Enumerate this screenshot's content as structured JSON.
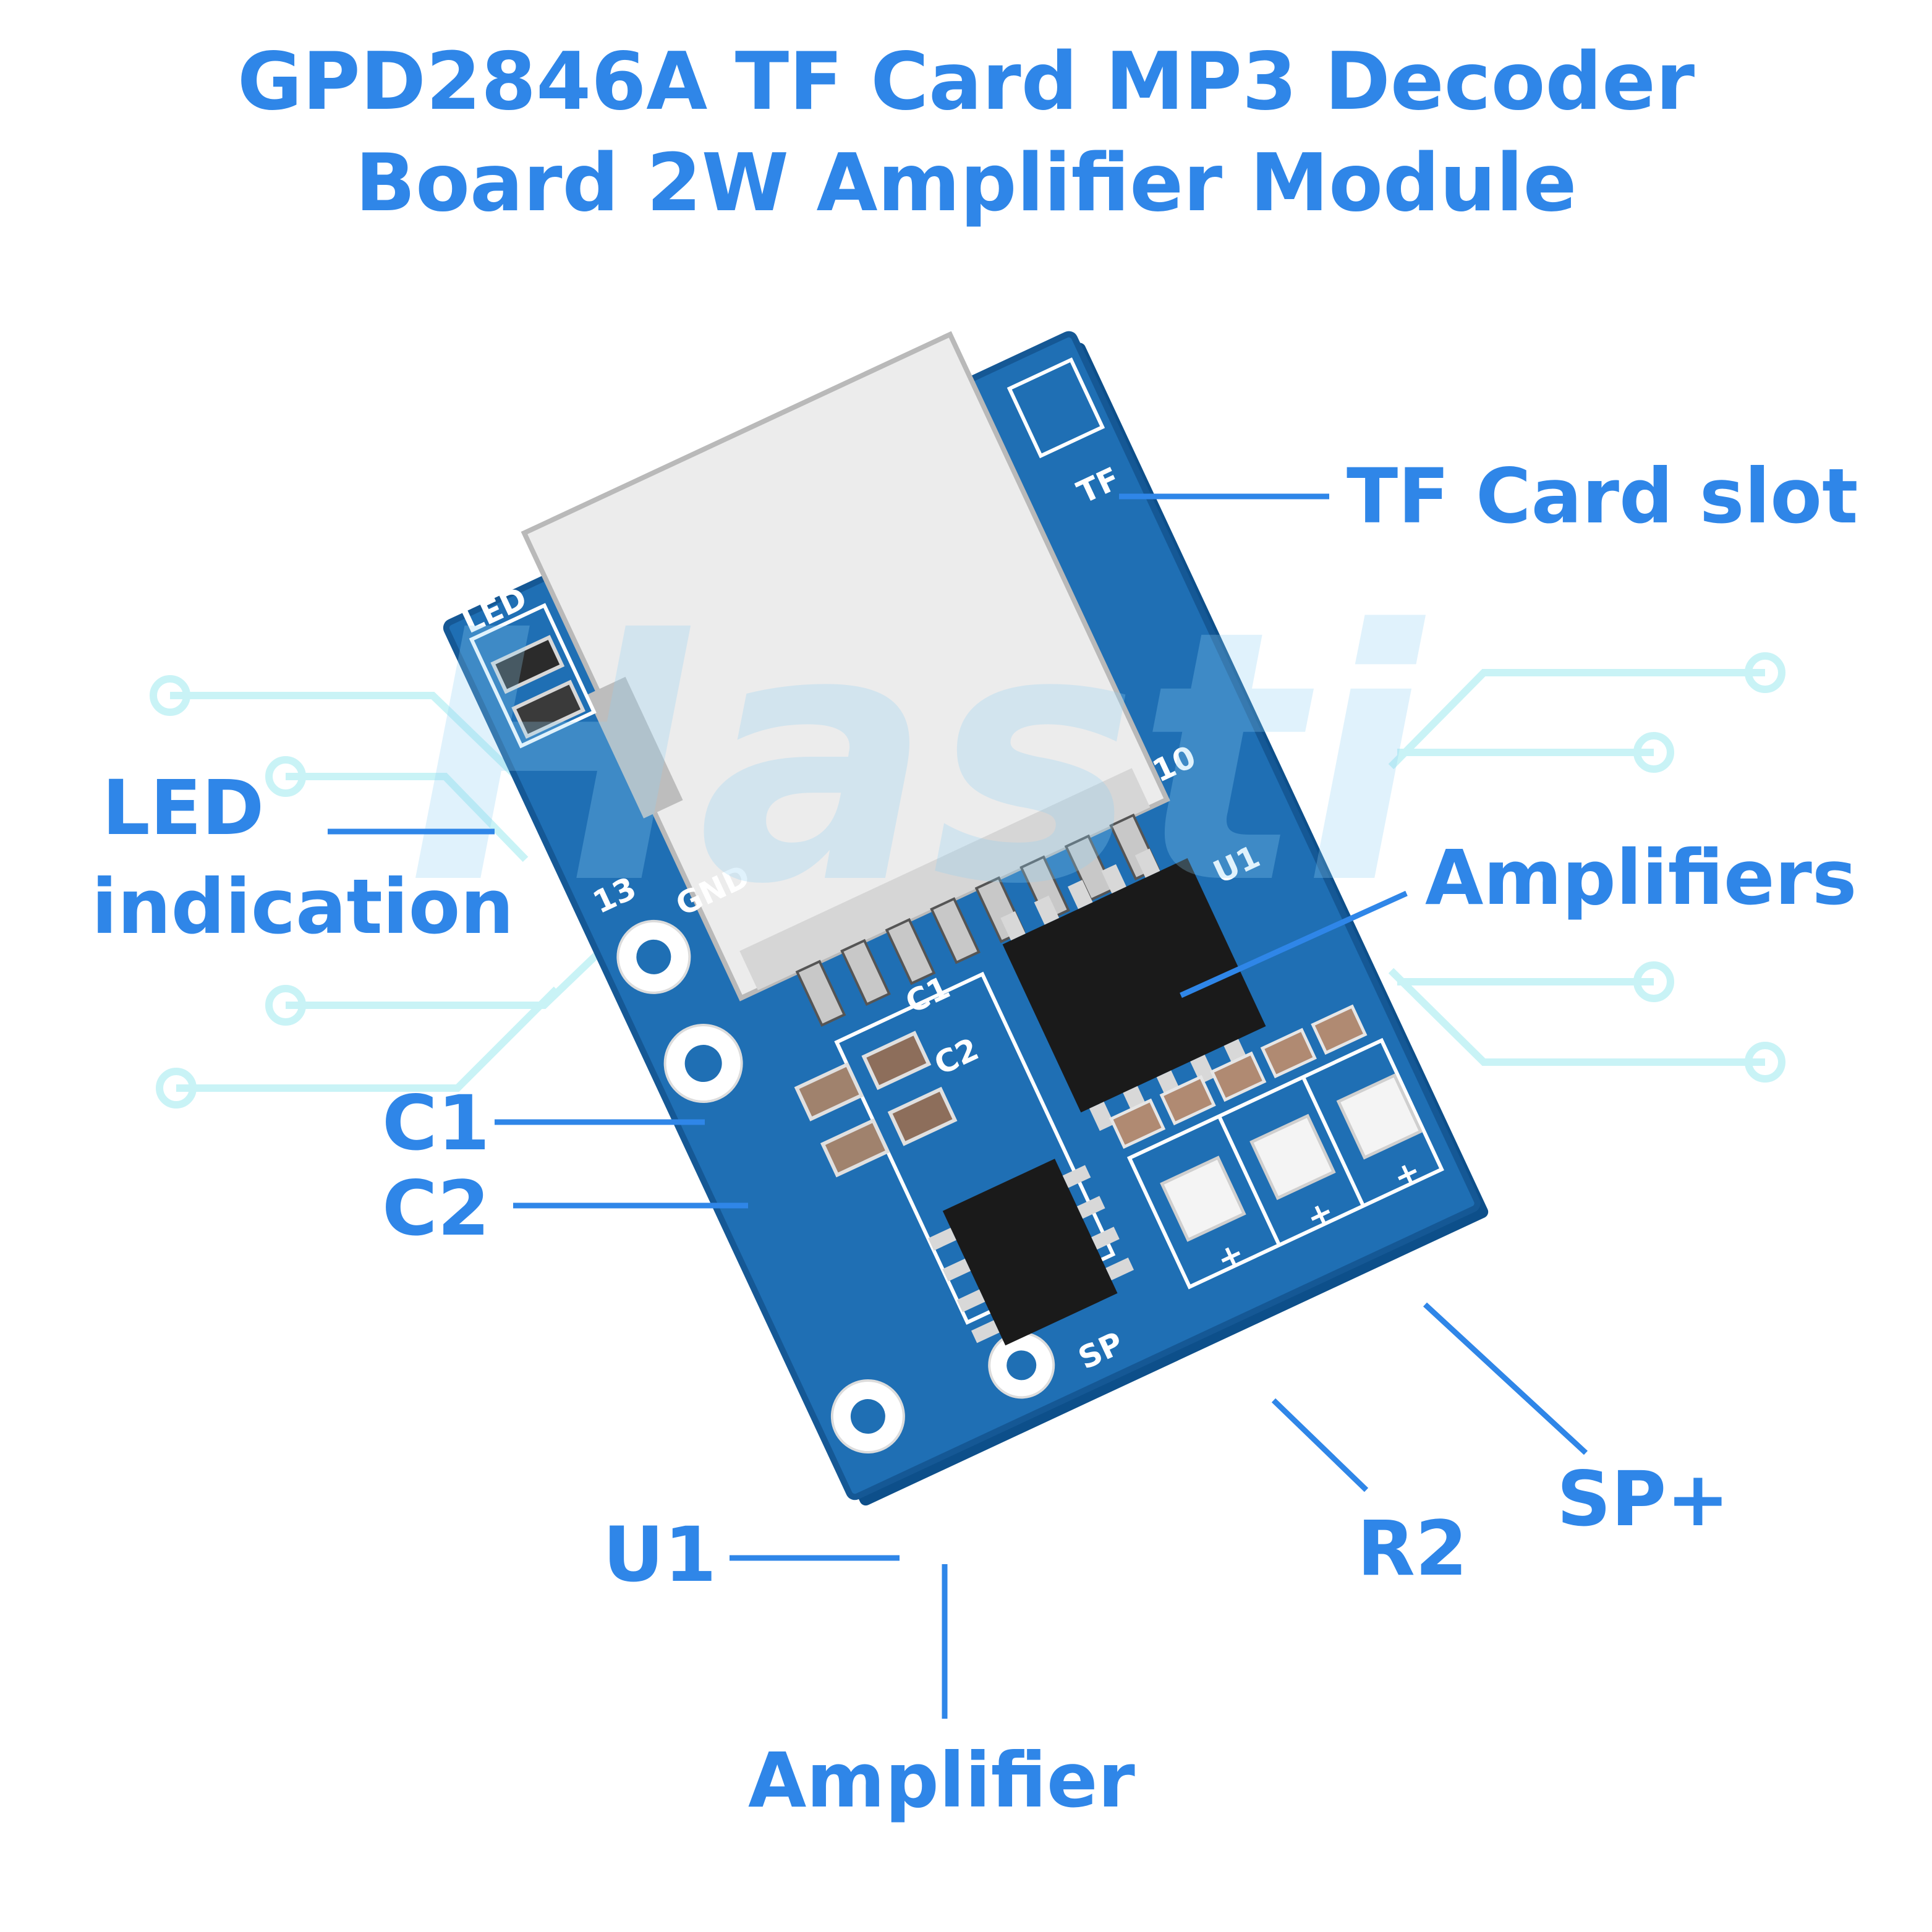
{
  "title": {
    "line1": "GPD2846A TF Card MP3 Decoder",
    "line2": "Board 2W Amplifier Module"
  },
  "callouts": {
    "tf_card_slot": "TF Card slot",
    "amplifiers": "Amplifiers",
    "led_line1": "LED",
    "led_line2": "indication",
    "c1": "C1",
    "c2": "C2",
    "u1": "U1",
    "r2": "R2",
    "sp_plus": "SP+",
    "amplifier": "Amplifier"
  },
  "board_silkscreen": {
    "led": "LED",
    "tf": "TF",
    "u1": "U1",
    "gnd": "GND",
    "num_13": "13",
    "num_10": "10",
    "c1": "C1",
    "c2": "C2",
    "sp": "SP",
    "plus": "+"
  },
  "watermark": "Hasti",
  "colors": {
    "accent": "#2f86e8",
    "pcb": "#1f6fb4",
    "connector_lines": "#c9f3f6"
  }
}
